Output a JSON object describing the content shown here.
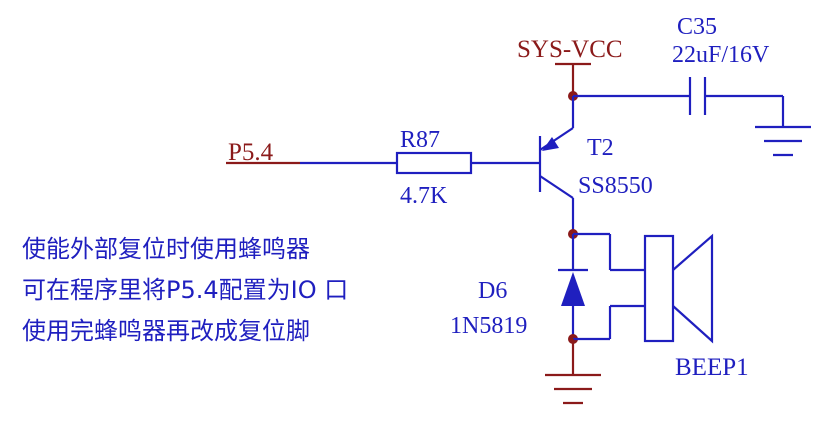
{
  "colors": {
    "wire": "#1f1fbf",
    "net_label": "#8b1a1a",
    "junction": "#8b1a1a"
  },
  "labels": {
    "net_vcc": "SYS-VCC",
    "net_p54": "P5.4",
    "cap_ref": "C35",
    "cap_value": "22uF/16V",
    "res_ref": "R87",
    "res_value": "4.7K",
    "transistor_ref": "T2",
    "transistor_part": "SS8550",
    "diode_ref": "D6",
    "diode_part": "1N5819",
    "buzzer_ref": "BEEP1"
  },
  "notes": [
    "使能外部复位时使用蜂鸣器",
    "可在程序里将P5.4配置为IO 口",
    "使用完蜂鸣器再改成复位脚"
  ]
}
